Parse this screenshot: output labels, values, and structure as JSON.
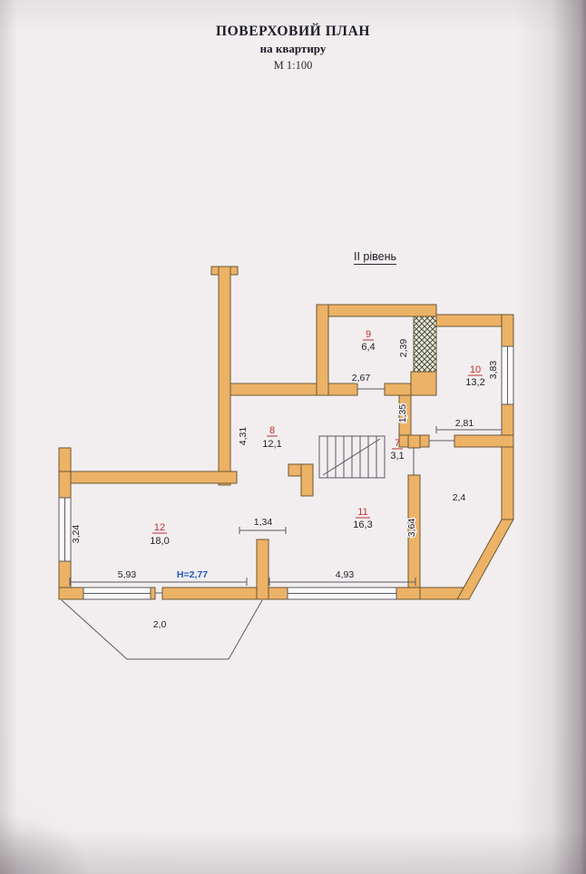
{
  "page": {
    "title": "ПОВЕРХОВИЙ ПЛАН",
    "subtitle": "на квартиру",
    "scale": "М 1:100",
    "level": "ІІ рівень"
  },
  "rooms": {
    "r7": {
      "num": "7",
      "area": "3,1"
    },
    "r8": {
      "num": "8",
      "area": "12,1"
    },
    "r9": {
      "num": "9",
      "area": "6,4"
    },
    "r10": {
      "num": "10",
      "area": "13,2"
    },
    "r11": {
      "num": "11",
      "area": "16,3"
    },
    "r12": {
      "num": "12",
      "area": "18,0"
    }
  },
  "dimensions": {
    "room9_width": "2,67",
    "room9_depth": "2,39",
    "wall_stub": "1,35",
    "room10_depth": "3,83",
    "room10_width": "2,81",
    "room8_depth": "4,31",
    "corridor_width": "2,4",
    "opening_width": "1,34",
    "room11_depth": "3,64",
    "room12_width": "5,93",
    "room11_width": "4,93",
    "balcony_depth": "2,0",
    "ceiling_height": "H=2,77"
  },
  "colors": {
    "paper": "#f2eeef",
    "ink": "#23232b",
    "wall_fill": "#ecb266",
    "wall_stroke": "#6b5836",
    "line": "#5a5a64",
    "room_red": "#c03030",
    "accent_blue": "#2457c5",
    "hatch": "#4a5340"
  }
}
